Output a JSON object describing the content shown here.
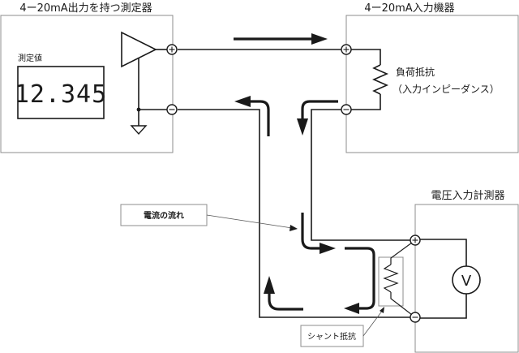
{
  "devices": {
    "transmitter": {
      "title": "4ー20mA出力を持つ測定器",
      "display_label": "測定値",
      "display_value": "12.345"
    },
    "receiver": {
      "title": "4ー20mA入力機器",
      "load_label_line1": "負荷抵抗",
      "load_label_line2": "（入力インピーダンス）"
    },
    "voltmeter": {
      "title": "電圧入力計測器",
      "meter_symbol": "V"
    }
  },
  "callouts": {
    "current_flow": "電流の流れ",
    "shunt": "シャント抵抗"
  },
  "terminals": {
    "plus": "+",
    "minus": "−"
  },
  "icons": [
    "amplifier-icon",
    "ground-icon",
    "resistor-icon",
    "voltmeter-icon",
    "arrow-icon"
  ],
  "colors": {
    "line": "#1a1a1a",
    "box_border": "#8c8c8c",
    "background": "#ffffff"
  }
}
